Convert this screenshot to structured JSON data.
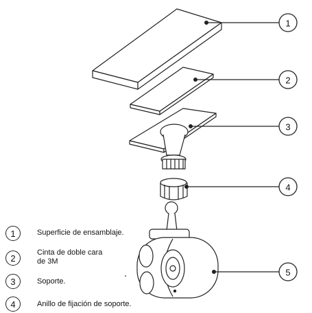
{
  "callouts": [
    {
      "number": "1",
      "label": "Superficie de ensamblaje."
    },
    {
      "number": "2",
      "label": "Cinta de doble cara de 3M"
    },
    {
      "number": "3",
      "label": "Soporte."
    },
    {
      "number": "4",
      "label": "Anillo de fijación de soporte."
    },
    {
      "number": "5",
      "label": ""
    }
  ],
  "legend": [
    {
      "number": "1",
      "line1": "Superficie de ensamblaje.",
      "line2": ""
    },
    {
      "number": "2",
      "line1": "Cinta de doble cara",
      "line2": "de 3M"
    },
    {
      "number": "3",
      "line1": "Soporte.",
      "line2": ""
    },
    {
      "number": "4",
      "line1": "Anillo de fijación de soporte.",
      "line2": ""
    }
  ]
}
